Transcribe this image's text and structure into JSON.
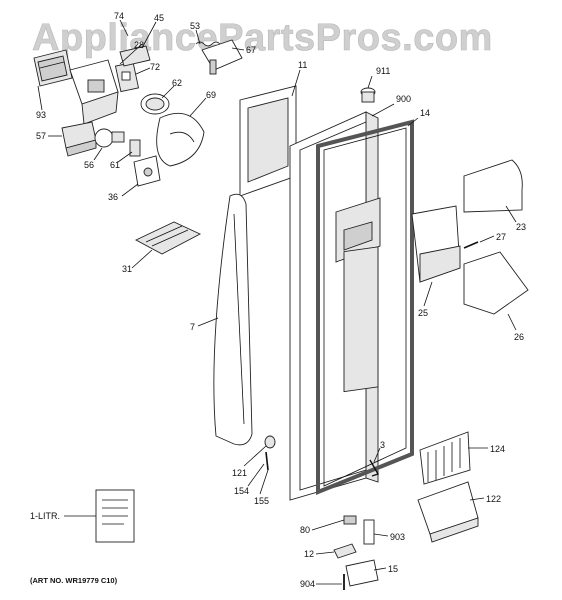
{
  "watermark": "AppliancePartsPros.com",
  "art_number": "(ART NO. WR19779 C10)",
  "manual_label": "1-LITR.",
  "callouts": [
    {
      "id": "74",
      "text": "74"
    },
    {
      "id": "45",
      "text": "45"
    },
    {
      "id": "28",
      "text": "28"
    },
    {
      "id": "53",
      "text": "53"
    },
    {
      "id": "67",
      "text": "67"
    },
    {
      "id": "72",
      "text": "72"
    },
    {
      "id": "62",
      "text": "62"
    },
    {
      "id": "93",
      "text": "93"
    },
    {
      "id": "69",
      "text": "69"
    },
    {
      "id": "57",
      "text": "57"
    },
    {
      "id": "56",
      "text": "56"
    },
    {
      "id": "61",
      "text": "61"
    },
    {
      "id": "36",
      "text": "36"
    },
    {
      "id": "11",
      "text": "11"
    },
    {
      "id": "911",
      "text": "911"
    },
    {
      "id": "900",
      "text": "900"
    },
    {
      "id": "14",
      "text": "14"
    },
    {
      "id": "23",
      "text": "23"
    },
    {
      "id": "27",
      "text": "27"
    },
    {
      "id": "31",
      "text": "31"
    },
    {
      "id": "25",
      "text": "25"
    },
    {
      "id": "26",
      "text": "26"
    },
    {
      "id": "7",
      "text": "7"
    },
    {
      "id": "3",
      "text": "3"
    },
    {
      "id": "124",
      "text": "124"
    },
    {
      "id": "121",
      "text": "121"
    },
    {
      "id": "154",
      "text": "154"
    },
    {
      "id": "155",
      "text": "155"
    },
    {
      "id": "122",
      "text": "122"
    },
    {
      "id": "80",
      "text": "80"
    },
    {
      "id": "903",
      "text": "903"
    },
    {
      "id": "12",
      "text": "12"
    },
    {
      "id": "15",
      "text": "15"
    },
    {
      "id": "904",
      "text": "904"
    }
  ]
}
